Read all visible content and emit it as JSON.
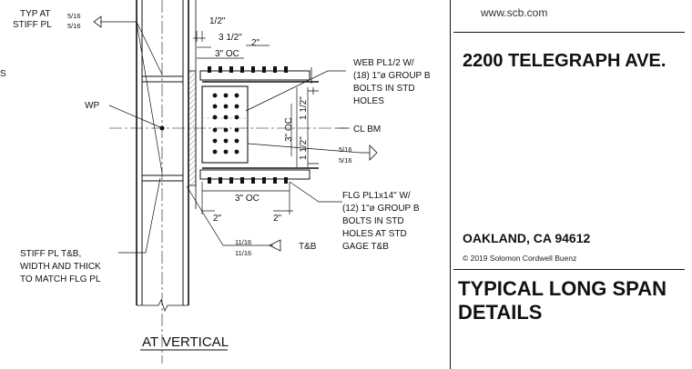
{
  "title_block": {
    "url": "www.scb.com",
    "address": "2200 TELEGRAPH AVE.",
    "city": "OAKLAND, CA 94612",
    "copyright": "© 2019 Solomon Cordwell Buenz",
    "title_line1": "TYPICAL LONG SPAN",
    "title_line2": "DETAILS"
  },
  "drawing": {
    "section_title": "AT VERTICAL",
    "edge_label": "S",
    "notes": {
      "typ_stiff_1": "TYP AT",
      "typ_stiff_2": "STIFF PL",
      "wp": "WP",
      "web_pl_1": "WEB PL1/2 W/",
      "web_pl_2": "(18) 1\"ø GROUP B",
      "web_pl_3": "BOLTS IN STD",
      "web_pl_4": "HOLES",
      "cl_bm": "CL BM",
      "flg_pl_1": "FLG PL1x14\" W/",
      "flg_pl_2": "(12) 1\"ø GROUP B",
      "flg_pl_3": "BOLTS IN STD",
      "flg_pl_4": "HOLES AT STD",
      "flg_pl_5": "GAGE T&B",
      "stiff_tb_1": "STIFF PL T&B,",
      "stiff_tb_2": "WIDTH AND THICK",
      "stiff_tb_3": "TO MATCH FLG PL",
      "tb_ref": "T&B"
    },
    "dimensions": {
      "half": "1/2\"",
      "three_half": "3 1/2\"",
      "two_top": "2\"",
      "three_oc_top": "3\" OC",
      "three_oc_vert": "3\" OC",
      "one_half_a": "1 1/2\"",
      "one_half_b": "1 1/2\"",
      "three_oc_bot": "3\" OC",
      "two_bot_left": "2\"",
      "two_bot_right": "2\""
    },
    "welds": {
      "stiff_top": "5/16",
      "stiff_bot": "5/16",
      "beam_top": "5/16",
      "beam_bot": "5/16",
      "flange_top": "11/16",
      "flange_bot": "11/16"
    }
  }
}
